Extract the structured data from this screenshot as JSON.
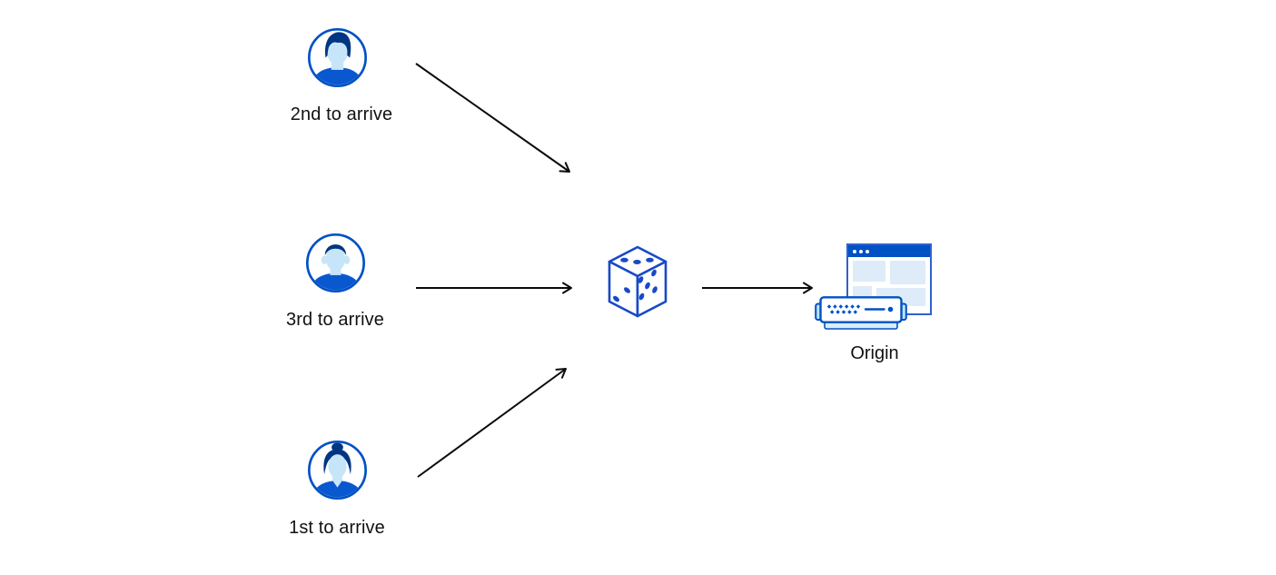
{
  "diagram": {
    "nodes": {
      "users": [
        {
          "label": "2nd to arrive",
          "icon": "avatar-man-swept-hair-icon"
        },
        {
          "label": "3rd to arrive",
          "icon": "avatar-man-short-hair-icon"
        },
        {
          "label": "1st to arrive",
          "icon": "avatar-woman-bun-icon"
        }
      ],
      "randomizer": {
        "icon": "dice-icon"
      },
      "origin": {
        "label": "Origin",
        "icon": "origin-server-browser-icon"
      }
    },
    "edges": [
      {
        "from": "user-2nd-to-arrive",
        "to": "dice"
      },
      {
        "from": "user-3rd-to-arrive",
        "to": "dice"
      },
      {
        "from": "user-1st-to-arrive",
        "to": "dice"
      },
      {
        "from": "dice",
        "to": "origin"
      }
    ],
    "colors": {
      "brand_blue": "#0051c3",
      "dark_navy_hair": "#003681",
      "shirt_blue": "#0a58d0",
      "face_light_blue": "#c7e5f8",
      "panel_light_blue": "#ddecf8",
      "pale_blue": "#bde3f8",
      "dice_blue": "#1849c6",
      "arrow_black": "#0a0a0a",
      "background": "#ffffff",
      "text": "#111111"
    }
  }
}
